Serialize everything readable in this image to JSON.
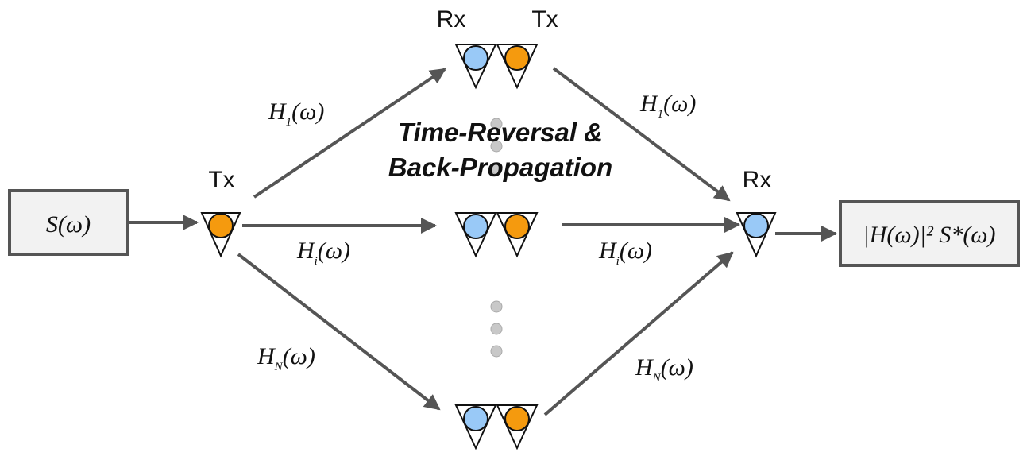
{
  "input_box": {
    "label": "S(ω)"
  },
  "output_box": {
    "label": "|H(ω)|² S*(ω)"
  },
  "source_antenna": {
    "label": "Tx"
  },
  "destination_antenna": {
    "label": "Rx"
  },
  "relay_labels": {
    "rx": "Rx",
    "tx": "Tx"
  },
  "title": {
    "line1": "Time-Reversal &",
    "line2": "Back-Propagation"
  },
  "channels": {
    "top": {
      "base": "H",
      "sub": "1",
      "arg": "(ω)"
    },
    "middle": {
      "base": "H",
      "sub": "i",
      "arg": "(ω)"
    },
    "bottom": {
      "base": "H",
      "sub": "N",
      "arg": "(ω)"
    }
  },
  "colors": {
    "rx_circle": "#99c9f7",
    "tx_circle": "#f59a0e",
    "arrow": "#555555",
    "box_fill": "#f2f2f2",
    "dots": "#c8c8c8"
  }
}
